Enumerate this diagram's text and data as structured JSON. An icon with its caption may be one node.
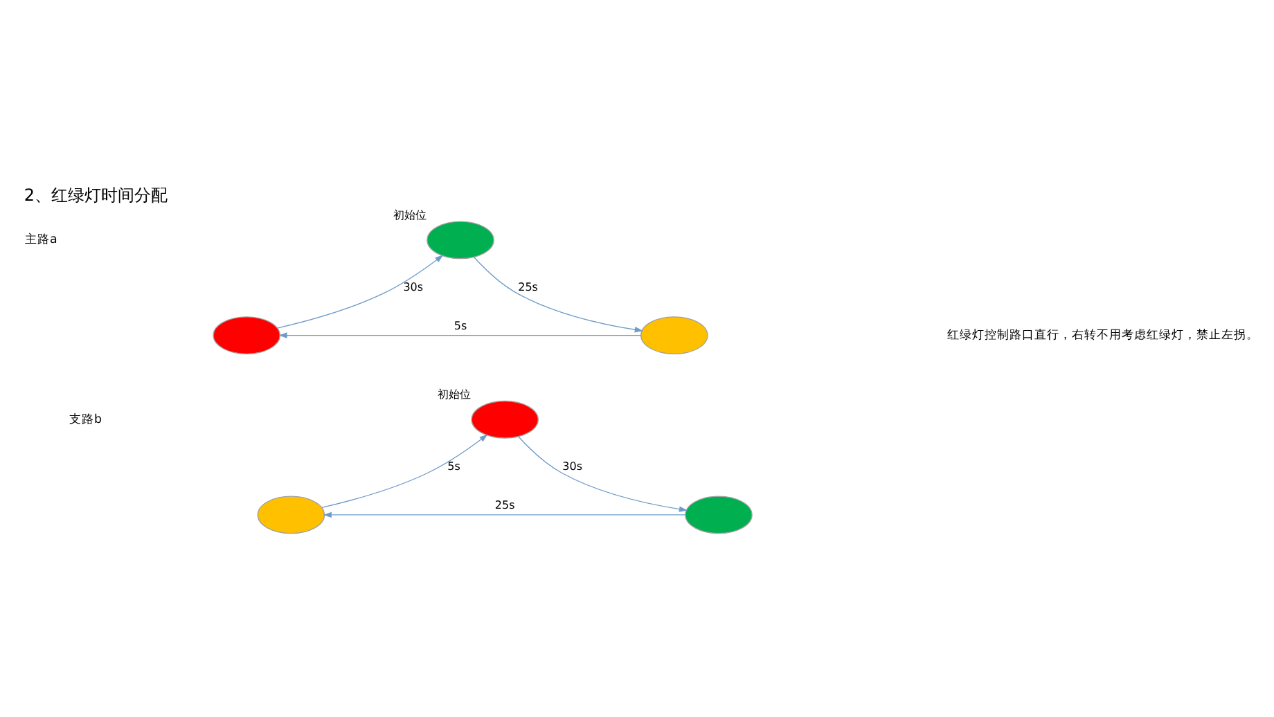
{
  "diagram": {
    "title": "2、红绿灯时间分配",
    "nodes": [
      {
        "text": [],
        "shape": "ellipse",
        "beside": [
          "初始位"
        ]
      },
      {
        "text": [],
        "shape": "ellipse"
      },
      {
        "text": [],
        "shape": "ellipse"
      },
      {
        "text": [],
        "shape": "ellipse",
        "beside": [
          "初始位"
        ]
      },
      {
        "text": [],
        "shape": "ellipse"
      },
      {
        "text": [],
        "shape": "ellipse"
      }
    ],
    "edges": [
      {
        "from": 2,
        "to": 0,
        "arrow": "to",
        "label": "30s"
      },
      {
        "from": 0,
        "to": 1,
        "arrow": "to",
        "label": "25s"
      },
      {
        "from": 1,
        "to": 2,
        "arrow": "to",
        "label": "5s"
      },
      {
        "from": 5,
        "to": 3,
        "arrow": "to",
        "label": "5s"
      },
      {
        "from": 3,
        "to": 4,
        "arrow": "to",
        "label": "30s"
      },
      {
        "from": 4,
        "to": 5,
        "arrow": "to",
        "label": "25s"
      }
    ],
    "labels": [
      "主路a",
      "红绿灯控制路口直行，右转不用考虑红绿灯，禁止左拐。",
      "支路b"
    ]
  }
}
